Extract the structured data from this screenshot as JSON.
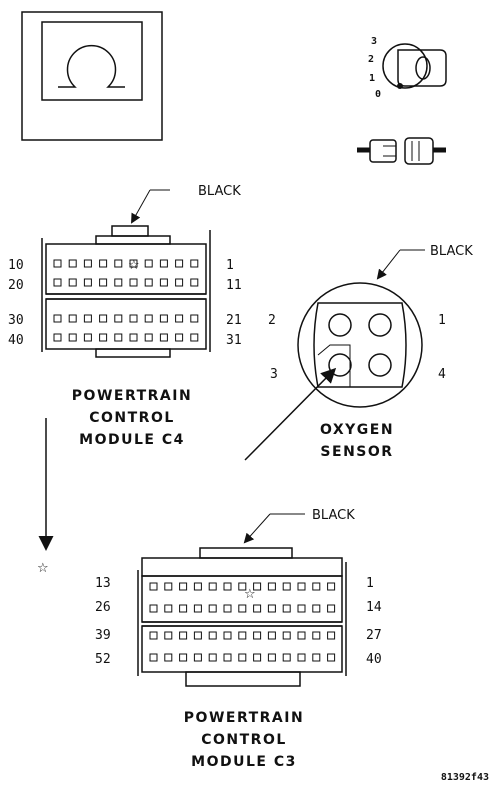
{
  "icons": {
    "ohm": "ohmmeter-icon",
    "key": "ignition-key-icon",
    "key_positions": [
      "3",
      "2",
      "1",
      "0"
    ],
    "key_cap": "0",
    "connector": "disconnect-connector-icon"
  },
  "pcm_c4": {
    "title_lines": [
      "POWERTRAIN",
      "CONTROL",
      "MODULE C4"
    ],
    "color_label": "BLACK",
    "pins_left": [
      "10",
      "20",
      "30",
      "40"
    ],
    "pins_right": [
      "1",
      "11",
      "21",
      "31"
    ]
  },
  "oxygen_sensor": {
    "title_lines": [
      "OXYGEN",
      "SENSOR"
    ],
    "color_label": "BLACK",
    "pins": [
      "2",
      "1",
      "3",
      "4"
    ]
  },
  "pcm_c3": {
    "title_lines": [
      "POWERTRAIN",
      "CONTROL",
      "MODULE C3"
    ],
    "color_label": "BLACK",
    "pins_left": [
      "13",
      "26",
      "39",
      "52"
    ],
    "pins_right": [
      "1",
      "14",
      "27",
      "40"
    ]
  },
  "figure_code": "81392f43"
}
